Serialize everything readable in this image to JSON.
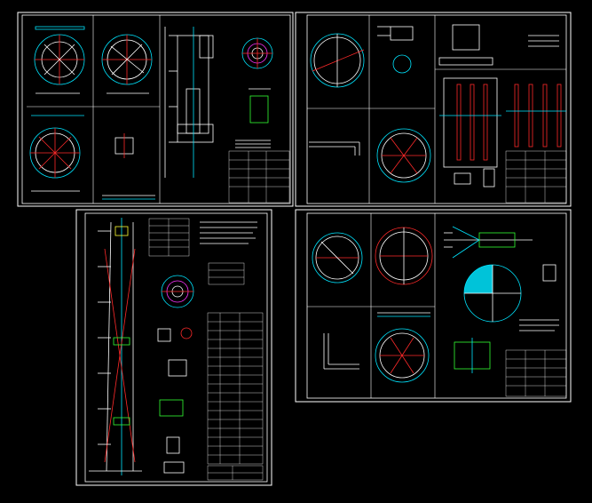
{
  "view": {
    "background_color": "#000000",
    "colors": {
      "frame": "#ffffff",
      "cyan": "#00e5ff",
      "red": "#ff2a2a",
      "green": "#33ff33",
      "magenta": "#ff33ff",
      "yellow": "#ffff33"
    }
  },
  "sheets": [
    {
      "id": "sheet-top-left",
      "content": "plates-and-column-detail"
    },
    {
      "id": "sheet-top-right",
      "content": "distributor-detail"
    },
    {
      "id": "sheet-bottom-left",
      "content": "column-assembly"
    },
    {
      "id": "sheet-bottom-right",
      "content": "support-grid-detail"
    }
  ]
}
